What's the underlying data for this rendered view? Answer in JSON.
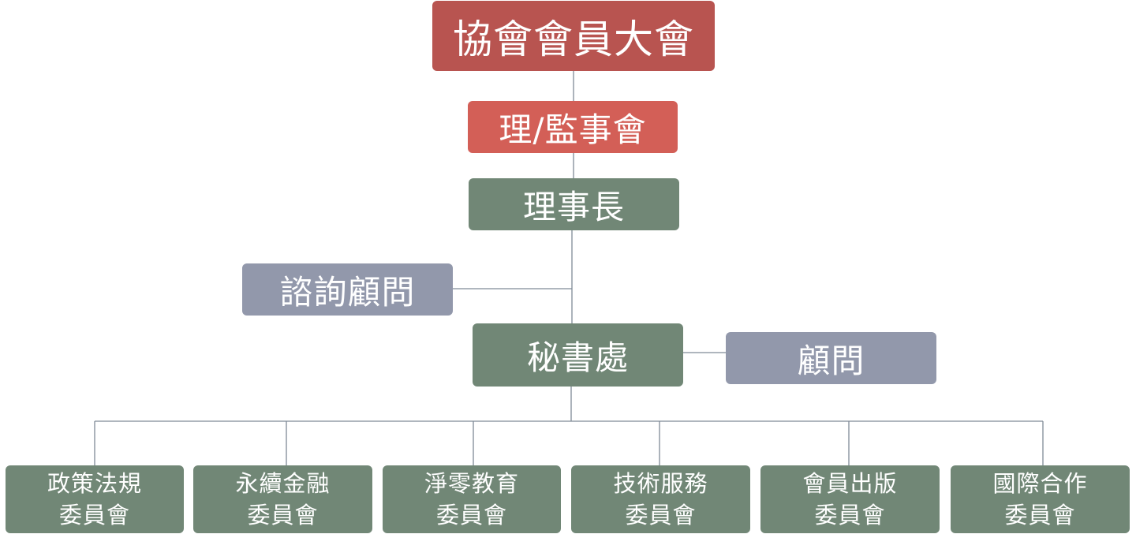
{
  "org_chart": {
    "general_assembly": "協會會員大會",
    "board": "理/監事會",
    "chairman": "理事長",
    "consultant_advisors": "諮詢顧問",
    "secretariat": "秘書處",
    "advisors": "顧問",
    "committees": [
      {
        "name": "政策法規",
        "suffix": "委員會"
      },
      {
        "name": "永續金融",
        "suffix": "委員會"
      },
      {
        "name": "淨零教育",
        "suffix": "委員會"
      },
      {
        "name": "技術服務",
        "suffix": "委員會"
      },
      {
        "name": "會員出版",
        "suffix": "委員會"
      },
      {
        "name": "國際合作",
        "suffix": "委員會"
      }
    ]
  },
  "colors": {
    "assembly": "#b85450",
    "board": "#d35f57",
    "executive": "#718776",
    "advisory": "#9298ab",
    "connector": "#7f8a96"
  }
}
